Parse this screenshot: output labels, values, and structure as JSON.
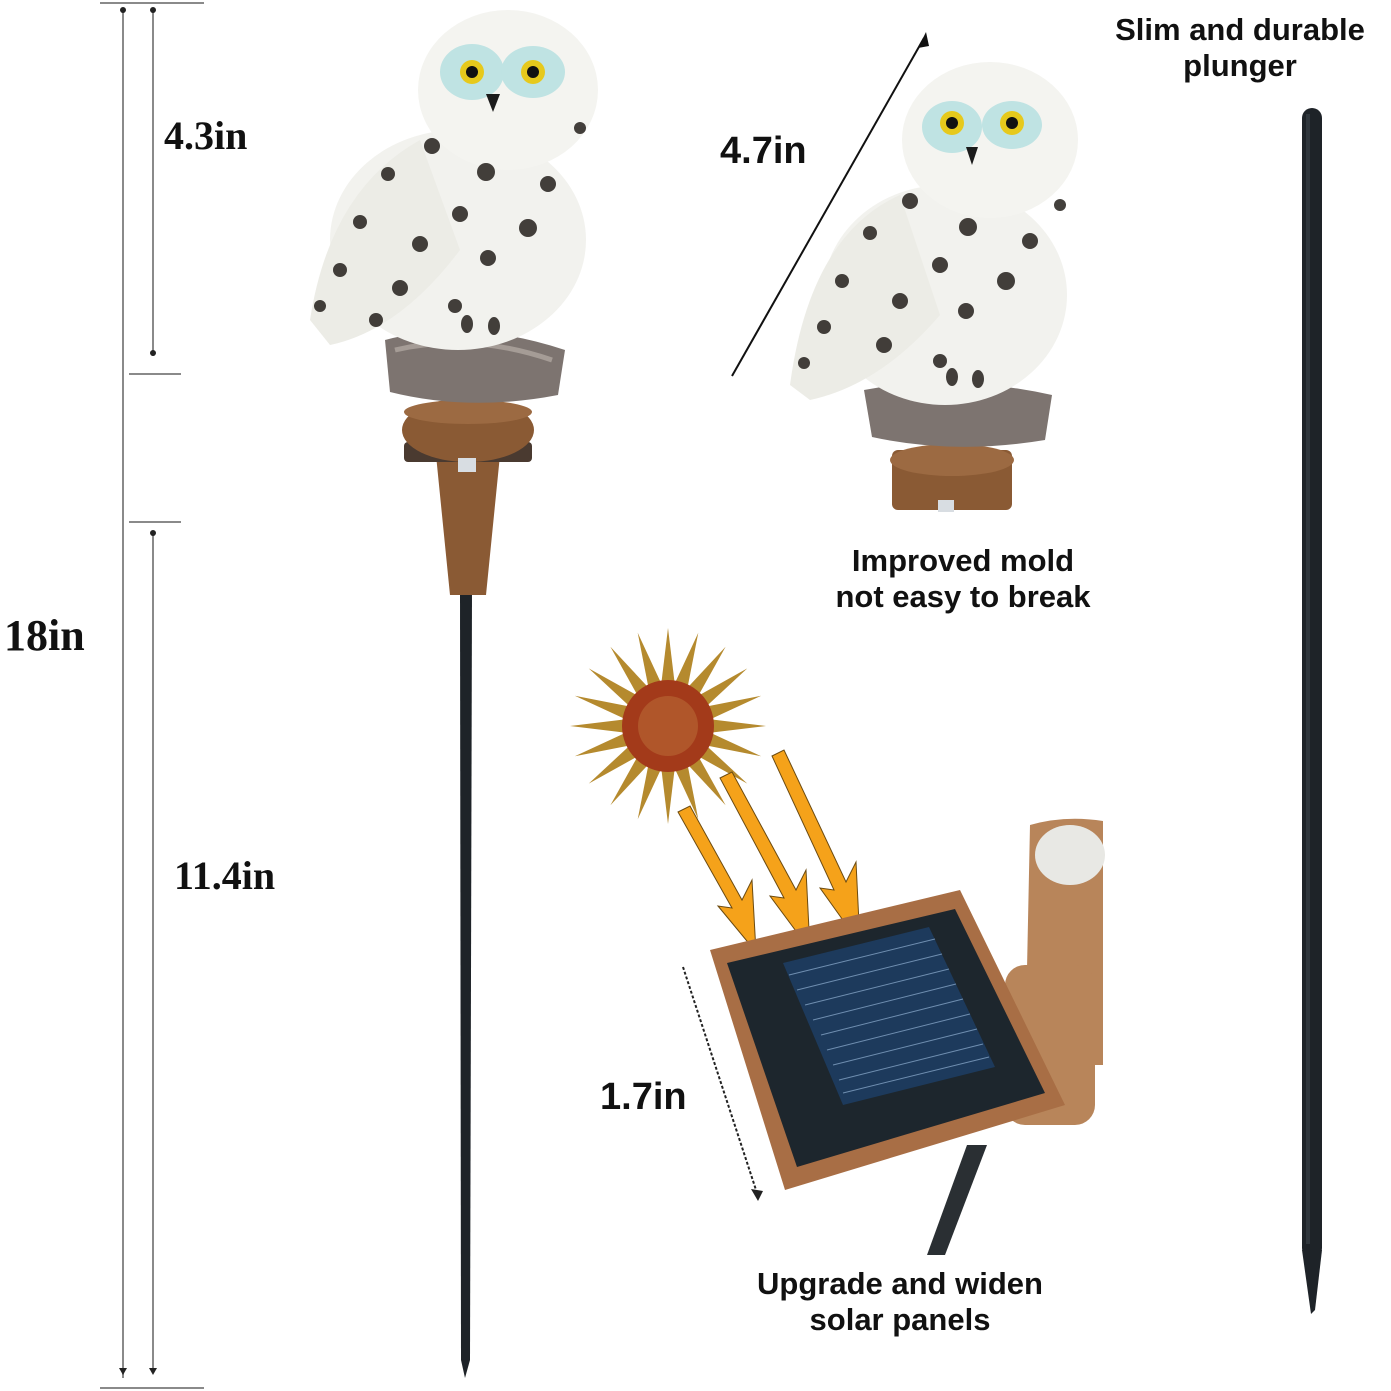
{
  "dimensions": {
    "total_height": "18in",
    "owl_height": "4.3in",
    "stake_length": "11.4in",
    "owl_diagonal": "4.7in",
    "panel_size": "1.7in"
  },
  "captions": {
    "plunger_line1": "Slim and durable",
    "plunger_line2": "plunger",
    "mold_line1": "Improved mold",
    "mold_line2": "not easy to break",
    "solar_line1": "Upgrade and widen",
    "solar_line2": "solar panels"
  },
  "colors": {
    "text": "#111111",
    "dimension_line": "#8a8a8a",
    "owl_white": "#f2f2ee",
    "owl_spot": "#2a2622",
    "base_brown": "#8a5a34",
    "bark_gray": "#7d7470",
    "stake": "#1e2328",
    "sun_core": "#a33a1a",
    "sun_ray": "#b58a2e",
    "arrow_orange": "#f5a21a",
    "solar_cell": "#1d3a5c",
    "panel_frame": "#a86e45"
  }
}
